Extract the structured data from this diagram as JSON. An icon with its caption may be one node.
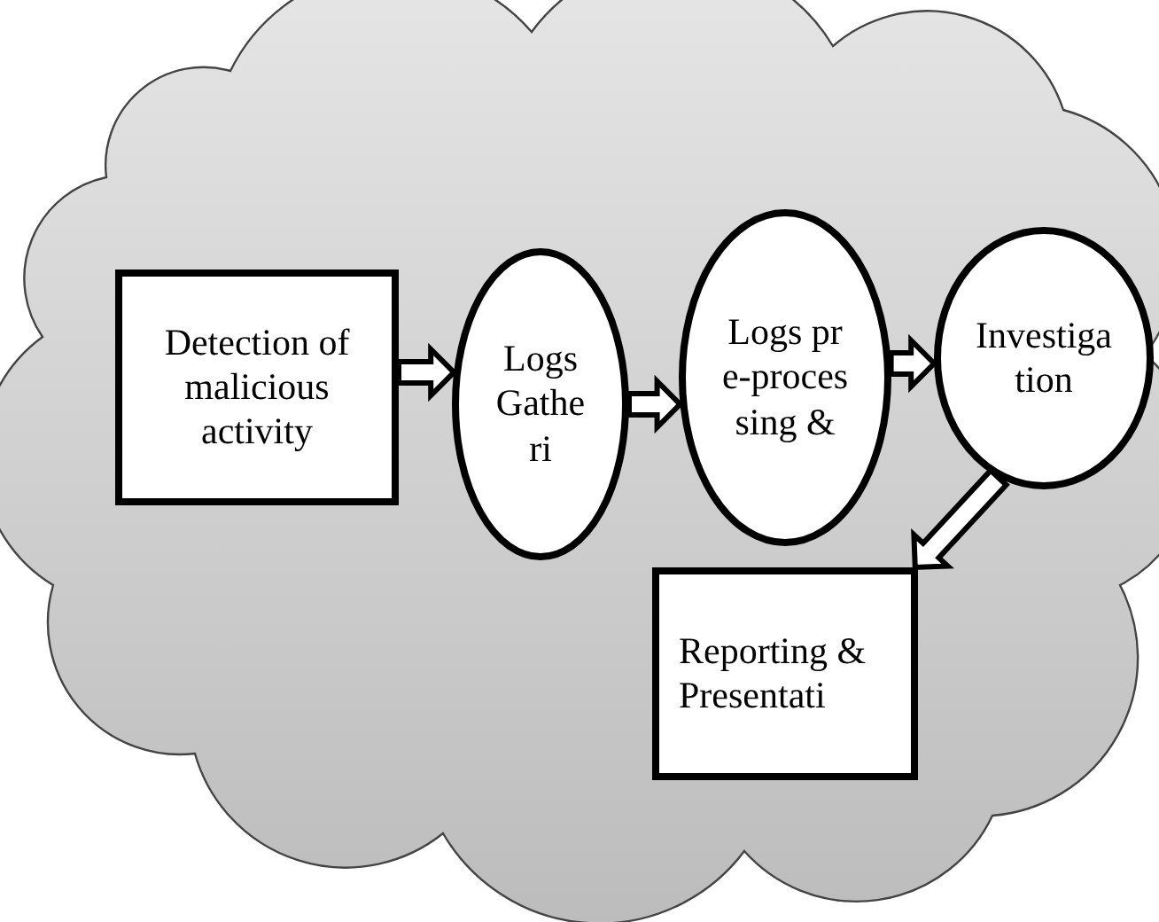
{
  "diagram": {
    "nodes": [
      {
        "text": [],
        "shape": "cloud"
      },
      {
        "text": [
          "Detection of malicious activity"
        ],
        "in": 0
      },
      {
        "text": [
          "Logs Gatheri"
        ],
        "in": 0
      },
      {
        "text": [
          "Logs pre-processing &"
        ],
        "in": 0
      },
      {
        "text": [
          "Investigation"
        ],
        "in": 0
      },
      {
        "text": [
          "Reporting & Presentati"
        ],
        "in": 0
      }
    ],
    "edges": [
      {
        "from": 1,
        "to": 2,
        "arrow": "to"
      },
      {
        "from": 2,
        "to": 3,
        "arrow": "to"
      },
      {
        "from": 3,
        "to": 4,
        "arrow": "to"
      },
      {
        "from": 4,
        "to": 5,
        "arrow": "to"
      }
    ]
  }
}
